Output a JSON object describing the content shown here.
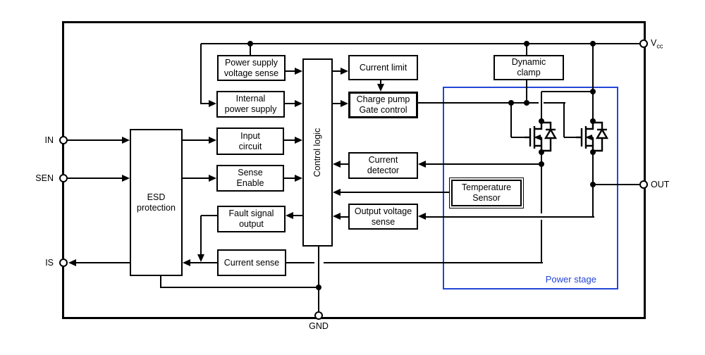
{
  "diagram": {
    "title": "Smart power switch block diagram",
    "colors": {
      "line": "#000000",
      "power_stage_blue": "#2446d8",
      "background": "#ffffff"
    },
    "blocks": {
      "power_supply_voltage_sense": "Power supply\nvoltage sense",
      "internal_power_supply": "Internal\npower supply",
      "input_circuit": "Input\ncircuit",
      "sense_enable": "Sense\nEnable",
      "fault_signal_output": "Fault signal\noutput",
      "current_sense": "Current sense",
      "esd_protection": "ESD\nprotection",
      "control_logic": "Control logic",
      "current_limit": "Current limit",
      "charge_pump_gate_control": "Charge pump\nGate control",
      "current_detector": "Current\ndetector",
      "temperature_sensor": "Temperature\nSensor",
      "output_voltage_sense": "Output voltage\nsense",
      "dynamic_clamp": "Dynamic\nclamp",
      "power_stage": "Power stage"
    },
    "pins": {
      "in": "IN",
      "sen": "SEN",
      "is": "IS",
      "gnd": "GND",
      "out": "OUT",
      "vcc_main": "V",
      "vcc_sub": "cc"
    }
  }
}
